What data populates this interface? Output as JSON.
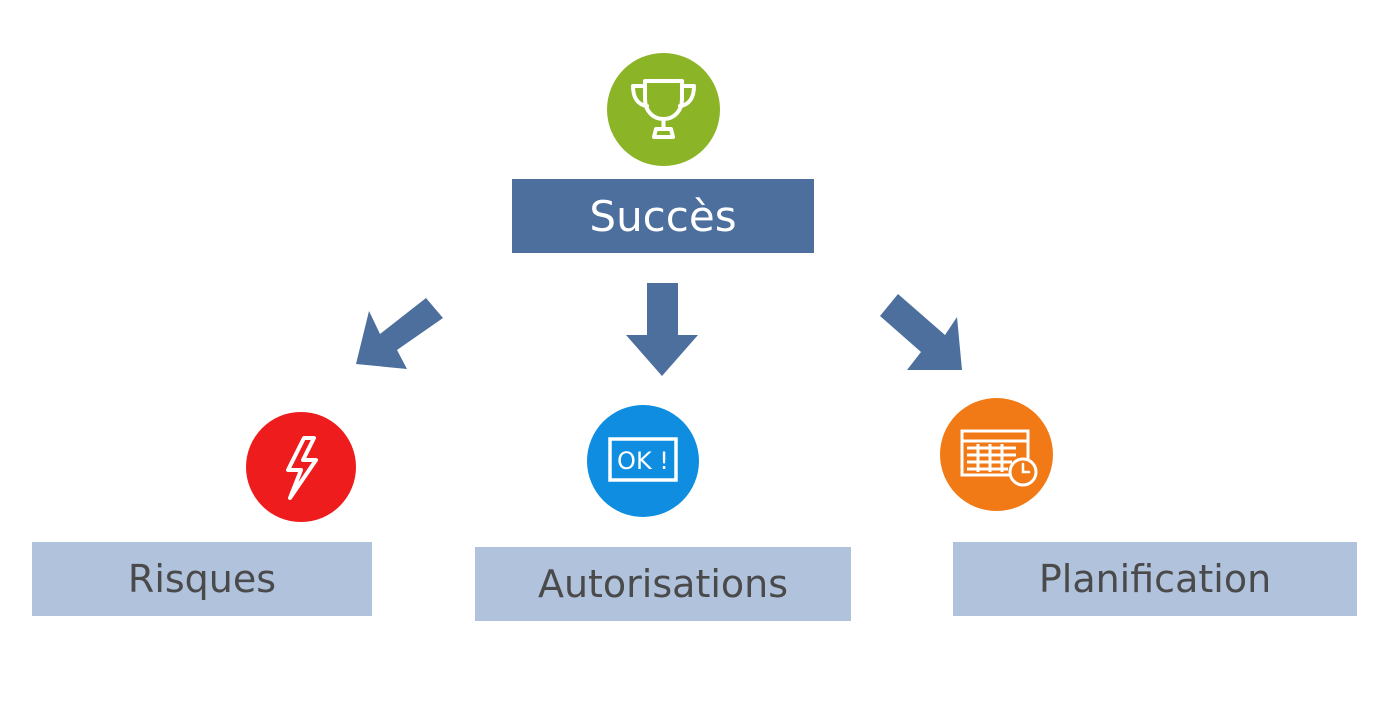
{
  "diagram": {
    "root": {
      "label": "Succès",
      "icon": "trophy-icon",
      "icon_color": "#8bb427",
      "box_color": "#4d6f9e"
    },
    "children": [
      {
        "label": "Risques",
        "icon": "lightning-bolt-icon",
        "icon_color": "#ee1c1c"
      },
      {
        "label": "Autorisations",
        "icon": "ok-sign-icon",
        "icon_color": "#0f8de0",
        "icon_text": "OK !"
      },
      {
        "label": "Planification",
        "icon": "calendar-clock-icon",
        "icon_color": "#f17a16"
      }
    ],
    "child_box_color": "#b1c2dc",
    "arrow_color": "#4d6f9e"
  }
}
